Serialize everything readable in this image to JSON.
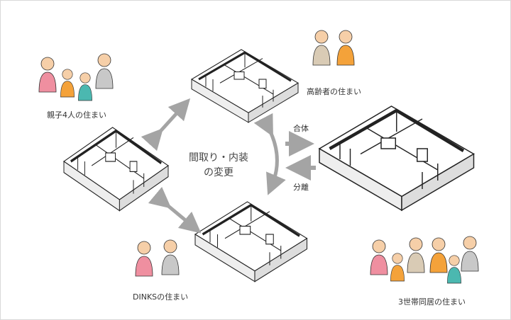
{
  "labels": {
    "family4": "親子4人の住まい",
    "elderly": "高齢者の住まい",
    "dinks": "DINKSの住まい",
    "three_gen": "3世帯同居の住まい",
    "combine": "合体",
    "separate": "分離"
  },
  "center": {
    "line1": "間取り・内装",
    "line2": "の変更"
  },
  "colors": {
    "arrow": "#a4a4a4",
    "line": "#222222",
    "skin": "#f6cfa8",
    "pink": "#ef8fa0",
    "orange": "#f4a23a",
    "teal": "#4bb8b0",
    "gray_shirt": "#c8c8c8"
  }
}
